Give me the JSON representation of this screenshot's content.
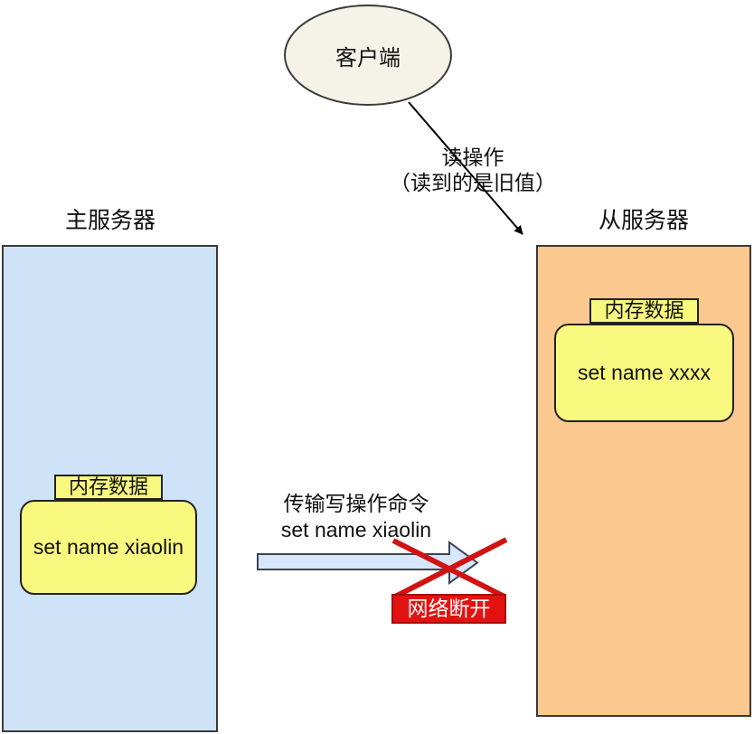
{
  "diagram": {
    "client": {
      "label": "客户端"
    },
    "read_arrow": {
      "label_line1": "读操作",
      "label_line2": "（读到的是旧值）"
    },
    "master": {
      "title": "主服务器",
      "memory_label": "内存数据",
      "memory_value": "set name xiaolin"
    },
    "slave": {
      "title": "从服务器",
      "memory_label": "内存数据",
      "memory_value": "set name xxxx"
    },
    "transfer": {
      "label_line1": "传输写操作命令",
      "label_line2": "set name xiaolin"
    },
    "network": {
      "badge": "网络断开"
    },
    "colors": {
      "master_fill": "#cfe3f8",
      "slave_fill": "#fbc98f",
      "memory_fill": "#f9f87e",
      "client_fill": "#f5f2e8",
      "block_arrow_fill": "#d6e7fa",
      "block_arrow_border": "#3d4450",
      "error_red": "#e31212",
      "box_border": "#3a3a3a"
    }
  }
}
